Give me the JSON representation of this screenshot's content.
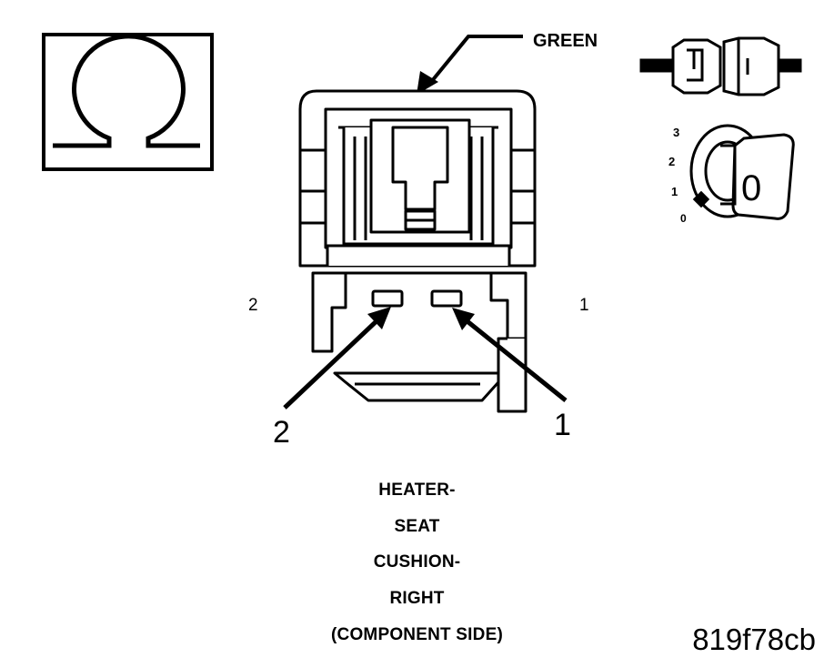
{
  "wire_color_label": "GREEN",
  "side_pin_labels": {
    "left": "2",
    "right": "1"
  },
  "callout_pin_labels": {
    "left": "2",
    "right": "1"
  },
  "ignition_positions": [
    "3",
    "2",
    "1",
    "0"
  ],
  "key_label": "0",
  "caption_lines": [
    "HEATER-",
    "SEAT",
    "CUSHION-",
    "RIGHT",
    "(COMPONENT SIDE)"
  ],
  "figure_id": "819f78cb",
  "icons": [
    "ohm-meter-icon",
    "connector-disconnected-icon",
    "ignition-key-icon"
  ]
}
